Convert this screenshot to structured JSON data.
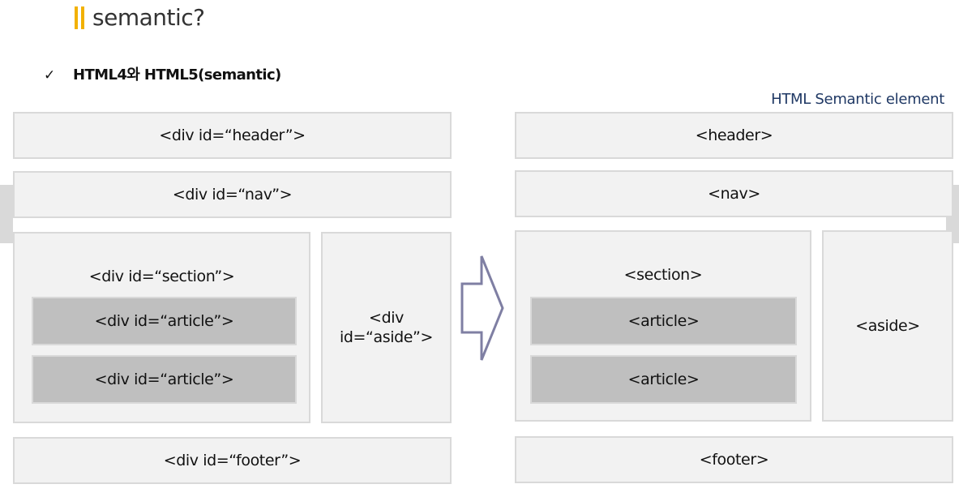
{
  "title": "semantic?",
  "subtitle": "HTML4와 HTML5(semantic)",
  "right_caption": "HTML Semantic element",
  "html4": {
    "header": "<div id=“header”>",
    "nav": "<div id=“nav”>",
    "section": "<div id=“section”>",
    "article_1": "<div id=“article”>",
    "article_2": "<div id=“article”>",
    "aside": "<div id=“aside”>",
    "footer": "<div id=“footer”>"
  },
  "html5": {
    "header": "<header>",
    "nav": "<nav>",
    "section": "<section>",
    "article_1": "<article>",
    "article_2": "<article>",
    "aside": "<aside>",
    "footer": "<footer>"
  },
  "colors": {
    "accent": "#f2b100",
    "caption": "#1f3864",
    "box_fill": "#f2f2f2",
    "box_border": "#d9d9d9",
    "inner_fill": "#bfbfbf",
    "arrow_stroke": "#7f7fa3"
  },
  "icons": {
    "check": "✓",
    "arrow": "right-arrow-outline-icon"
  }
}
